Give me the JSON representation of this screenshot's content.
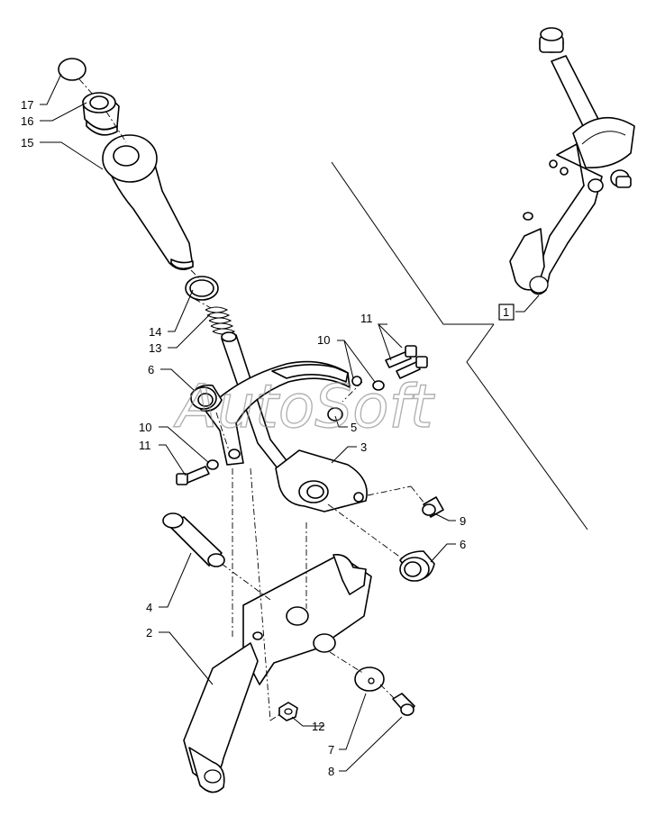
{
  "watermark": "AutoSoft",
  "callouts": {
    "c17": "17",
    "c16": "16",
    "c15": "15",
    "c14": "14",
    "c13": "13",
    "c6a": "6",
    "c10a": "10",
    "c11a": "11",
    "c10b": "10",
    "c11b": "11",
    "c5": "5",
    "c3": "3",
    "c9": "9",
    "c6b": "6",
    "c4": "4",
    "c2": "2",
    "c12": "12",
    "c7": "7",
    "c8": "8",
    "c1": "1"
  }
}
